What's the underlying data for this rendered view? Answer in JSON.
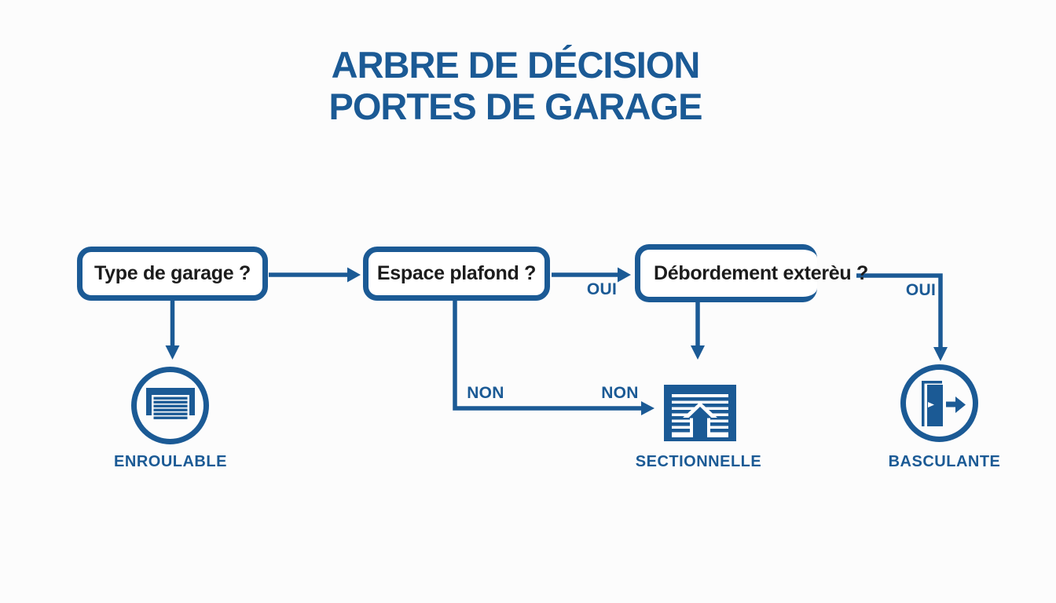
{
  "title": {
    "line1": "ARBRE DE DÉCISION",
    "line2": "PORTES DE GARAGE"
  },
  "colors": {
    "primary": "#1b5a95",
    "box-text": "#1c1c1c",
    "background": "#fcfcfc"
  },
  "decisions": [
    {
      "id": "type-garage",
      "label": "Type de garage ?"
    },
    {
      "id": "espace-plafond",
      "label": "Espace plafond ?"
    },
    {
      "id": "debordement-exterieur",
      "label": "Débordement exterèu ?"
    }
  ],
  "edge_labels": {
    "espace_oui": "OUI",
    "espace_non": "NON",
    "debordement_non": "NON",
    "debordement_oui": "OUI"
  },
  "outcomes": [
    {
      "id": "enroulable",
      "label": "ENROULABLE",
      "icon": "roller-door-icon"
    },
    {
      "id": "sectionnelle",
      "label": "SECTIONNELLE",
      "icon": "sectional-door-icon"
    },
    {
      "id": "basculante",
      "label": "BASCULANTE",
      "icon": "tilting-door-icon"
    }
  ]
}
